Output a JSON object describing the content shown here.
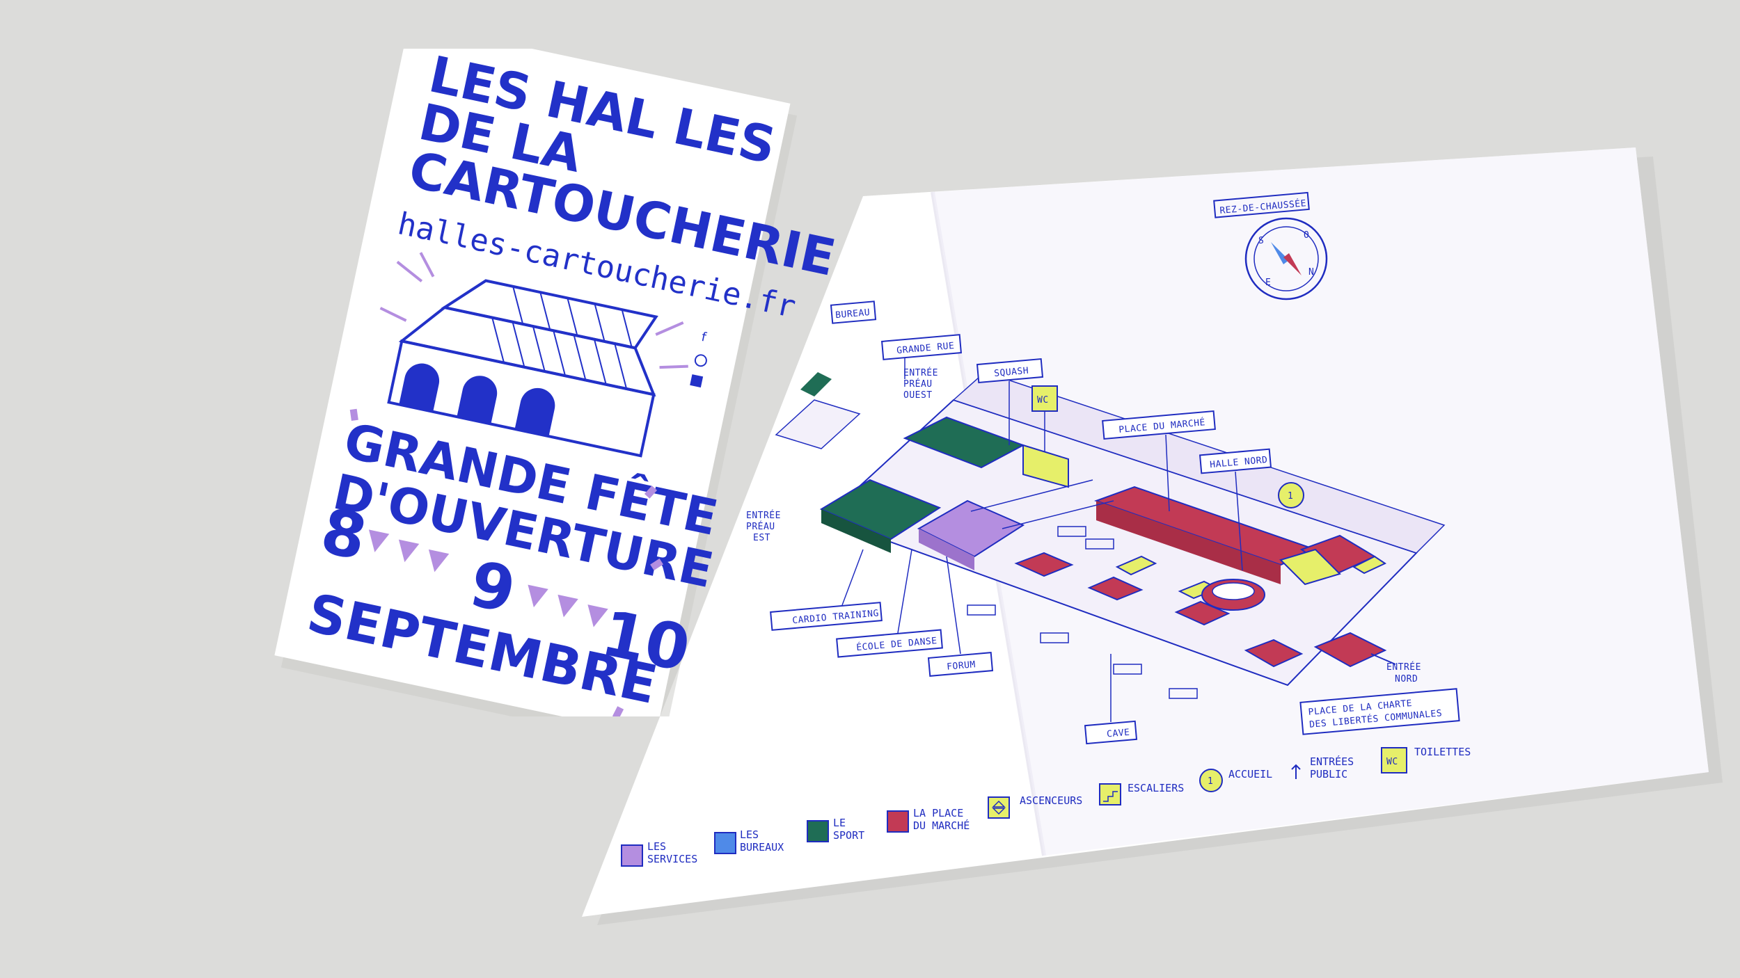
{
  "colors": {
    "blue": "#2231c8",
    "services": "#b48ee0",
    "bureaux": "#4f8ae8",
    "sport": "#1f6d55",
    "marche": "#c23a55",
    "yellow": "#e6ef6a",
    "paper": "#ffffff",
    "background": "#dcdcda"
  },
  "flyer": {
    "title_line1": "LES HAL LES",
    "title_line2": "DE LA",
    "title_line3": "CARTOUCHERIE",
    "url": "halles-cartoucherie.fr",
    "event_line1": "GRANDE FÊTE",
    "event_line2": "D'OUVERTURE",
    "day1": "8",
    "day2": "9",
    "day3": "10",
    "month": "SEPTEMBRE",
    "social_icons": [
      "facebook-icon",
      "instagram-icon",
      "linkedin-icon"
    ]
  },
  "map": {
    "floor_label": "REZ-DE-CHAUSSÉE",
    "compass_letters": [
      "S",
      "O",
      "E",
      "N"
    ],
    "labels": {
      "bureau": "BUREAU",
      "grande_rue": "GRANDE RUE",
      "entree_preau_ouest": [
        "ENTRÉE",
        "PRÉAU",
        "OUEST"
      ],
      "squash": "SQUASH",
      "place_du_marche": "PLACE DU MARCHÉ",
      "halle_nord": "HALLE NORD",
      "entree_preau_est": [
        "ENTRÉE",
        "PRÉAU",
        "EST"
      ],
      "cardio_training": "CARDIO TRAINING",
      "ecole_de_danse": "ÉCOLE DE DANSE",
      "forum": "FORUM",
      "cave": "CAVE",
      "entree_nord": [
        "ENTRÉE",
        "NORD"
      ],
      "place_charte": [
        "PLACE DE LA CHARTE",
        "DES LIBERTÉS COMMUNALES"
      ],
      "wc": "WC"
    },
    "legend": [
      {
        "key": "services",
        "label": [
          "LES",
          "SERVICES"
        ]
      },
      {
        "key": "bureaux",
        "label": [
          "LES",
          "BUREAUX"
        ]
      },
      {
        "key": "sport",
        "label": [
          "LE",
          "SPORT"
        ]
      },
      {
        "key": "marche",
        "label": [
          "LA PLACE",
          "DU MARCHÉ"
        ]
      },
      {
        "key": "ascenceurs",
        "label": [
          "ASCENCEURS"
        ]
      },
      {
        "key": "escaliers",
        "label": [
          "ESCALIERS"
        ]
      },
      {
        "key": "accueil",
        "label": [
          "ACCUEIL"
        ]
      },
      {
        "key": "entrees",
        "label": [
          "ENTRÉES",
          "PUBLIC"
        ]
      },
      {
        "key": "toilettes",
        "label": [
          "TOILETTES"
        ]
      }
    ]
  }
}
